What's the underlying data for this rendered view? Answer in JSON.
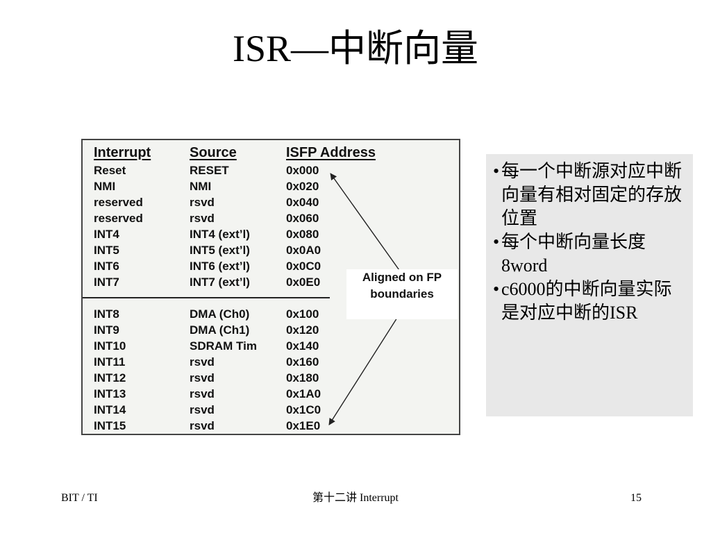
{
  "slide": {
    "title": "ISR—中断向量"
  },
  "table": {
    "headers": [
      "Interrupt",
      "Source",
      "ISFP Address"
    ],
    "rows_group1": [
      [
        "Reset",
        "RESET",
        "0x000"
      ],
      [
        "NMI",
        "NMI",
        "0x020"
      ],
      [
        "reserved",
        "rsvd",
        "0x040"
      ],
      [
        "reserved",
        "rsvd",
        "0x060"
      ],
      [
        "INT4",
        "INT4 (ext’l)",
        "0x080"
      ],
      [
        "INT5",
        "INT5 (ext’l)",
        "0x0A0"
      ],
      [
        "INT6",
        "INT6 (ext’l)",
        "0x0C0"
      ],
      [
        "INT7",
        "INT7 (ext’l)",
        "0x0E0"
      ]
    ],
    "rows_group2": [
      [
        "INT8",
        "DMA (Ch0)",
        "0x100"
      ],
      [
        "INT9",
        "DMA (Ch1)",
        "0x120"
      ],
      [
        "INT10",
        "SDRAM Tim",
        "0x140"
      ],
      [
        "INT11",
        "rsvd",
        "0x160"
      ],
      [
        "INT12",
        "rsvd",
        "0x180"
      ],
      [
        "INT13",
        "rsvd",
        "0x1A0"
      ],
      [
        "INT14",
        "rsvd",
        "0x1C0"
      ],
      [
        "INT15",
        "rsvd",
        "0x1E0"
      ]
    ],
    "annotation_line1": "Aligned on FP",
    "annotation_line2": "boundaries"
  },
  "bullets": {
    "marker": "•",
    "items": [
      "每一个中断源对应中断向量有相对固定的存放位置",
      "每个中断向量长度8word",
      "c6000的中断向量实际是对应中断的ISR"
    ]
  },
  "footer": {
    "left": "BIT / TI",
    "center": "第十二讲 Interrupt",
    "page_number": "15"
  }
}
